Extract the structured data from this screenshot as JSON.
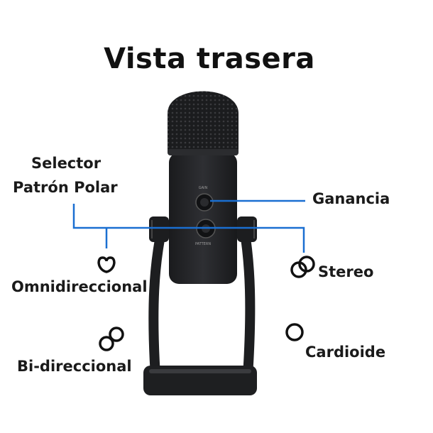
{
  "title": "Vista trasera",
  "labels": {
    "selector_line1": "Selector",
    "selector_line2": "Patrón Polar",
    "gain": "Ganancia",
    "omni": "Omnidireccional",
    "stereo": "Stereo",
    "bidir": "Bi-direccional",
    "cardioid": "Cardioide"
  },
  "colors": {
    "callout": "#1a6fd1",
    "mic_body": "#222326",
    "icon_stroke": "#111111"
  }
}
